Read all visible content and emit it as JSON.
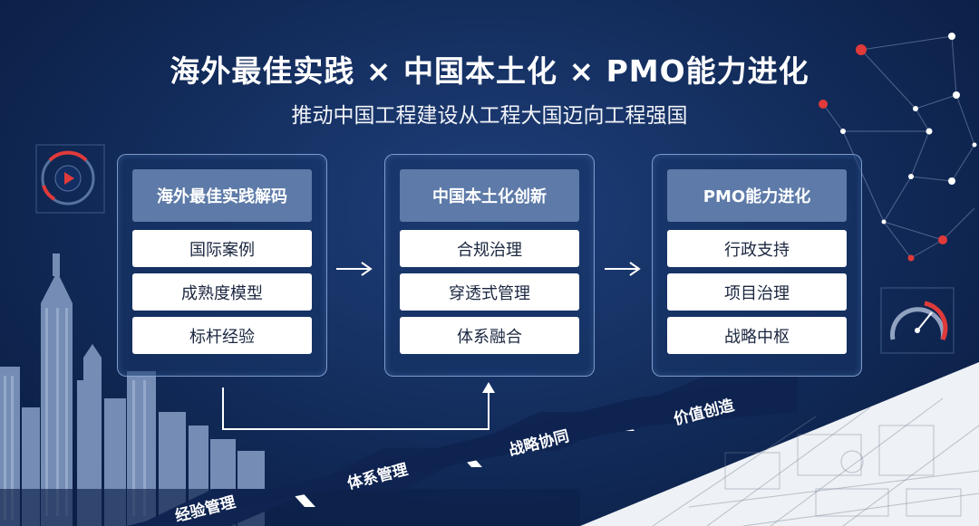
{
  "title": "海外最佳实践 × 中国本土化 × PMO能力进化",
  "subtitle": "推动中国工程建设从工程大国迈向工程强国",
  "columns": [
    {
      "header": "海外最佳实践解码",
      "items": [
        "国际案例",
        "成熟度模型",
        "标杆经验"
      ]
    },
    {
      "header": "中国本土化创新",
      "items": [
        "合规治理",
        "穿透式管理",
        "体系融合"
      ]
    },
    {
      "header": "PMO能力进化",
      "items": [
        "行政支持",
        "项目治理",
        "战略中枢"
      ]
    }
  ],
  "staircase": [
    "经验管理",
    "体系管理",
    "战略协同",
    "价值创造"
  ],
  "colors": {
    "background": "#112a58",
    "panel_header": "#5d7aa8",
    "accent_red": "#e03a3a",
    "stair": "#0f2450"
  }
}
